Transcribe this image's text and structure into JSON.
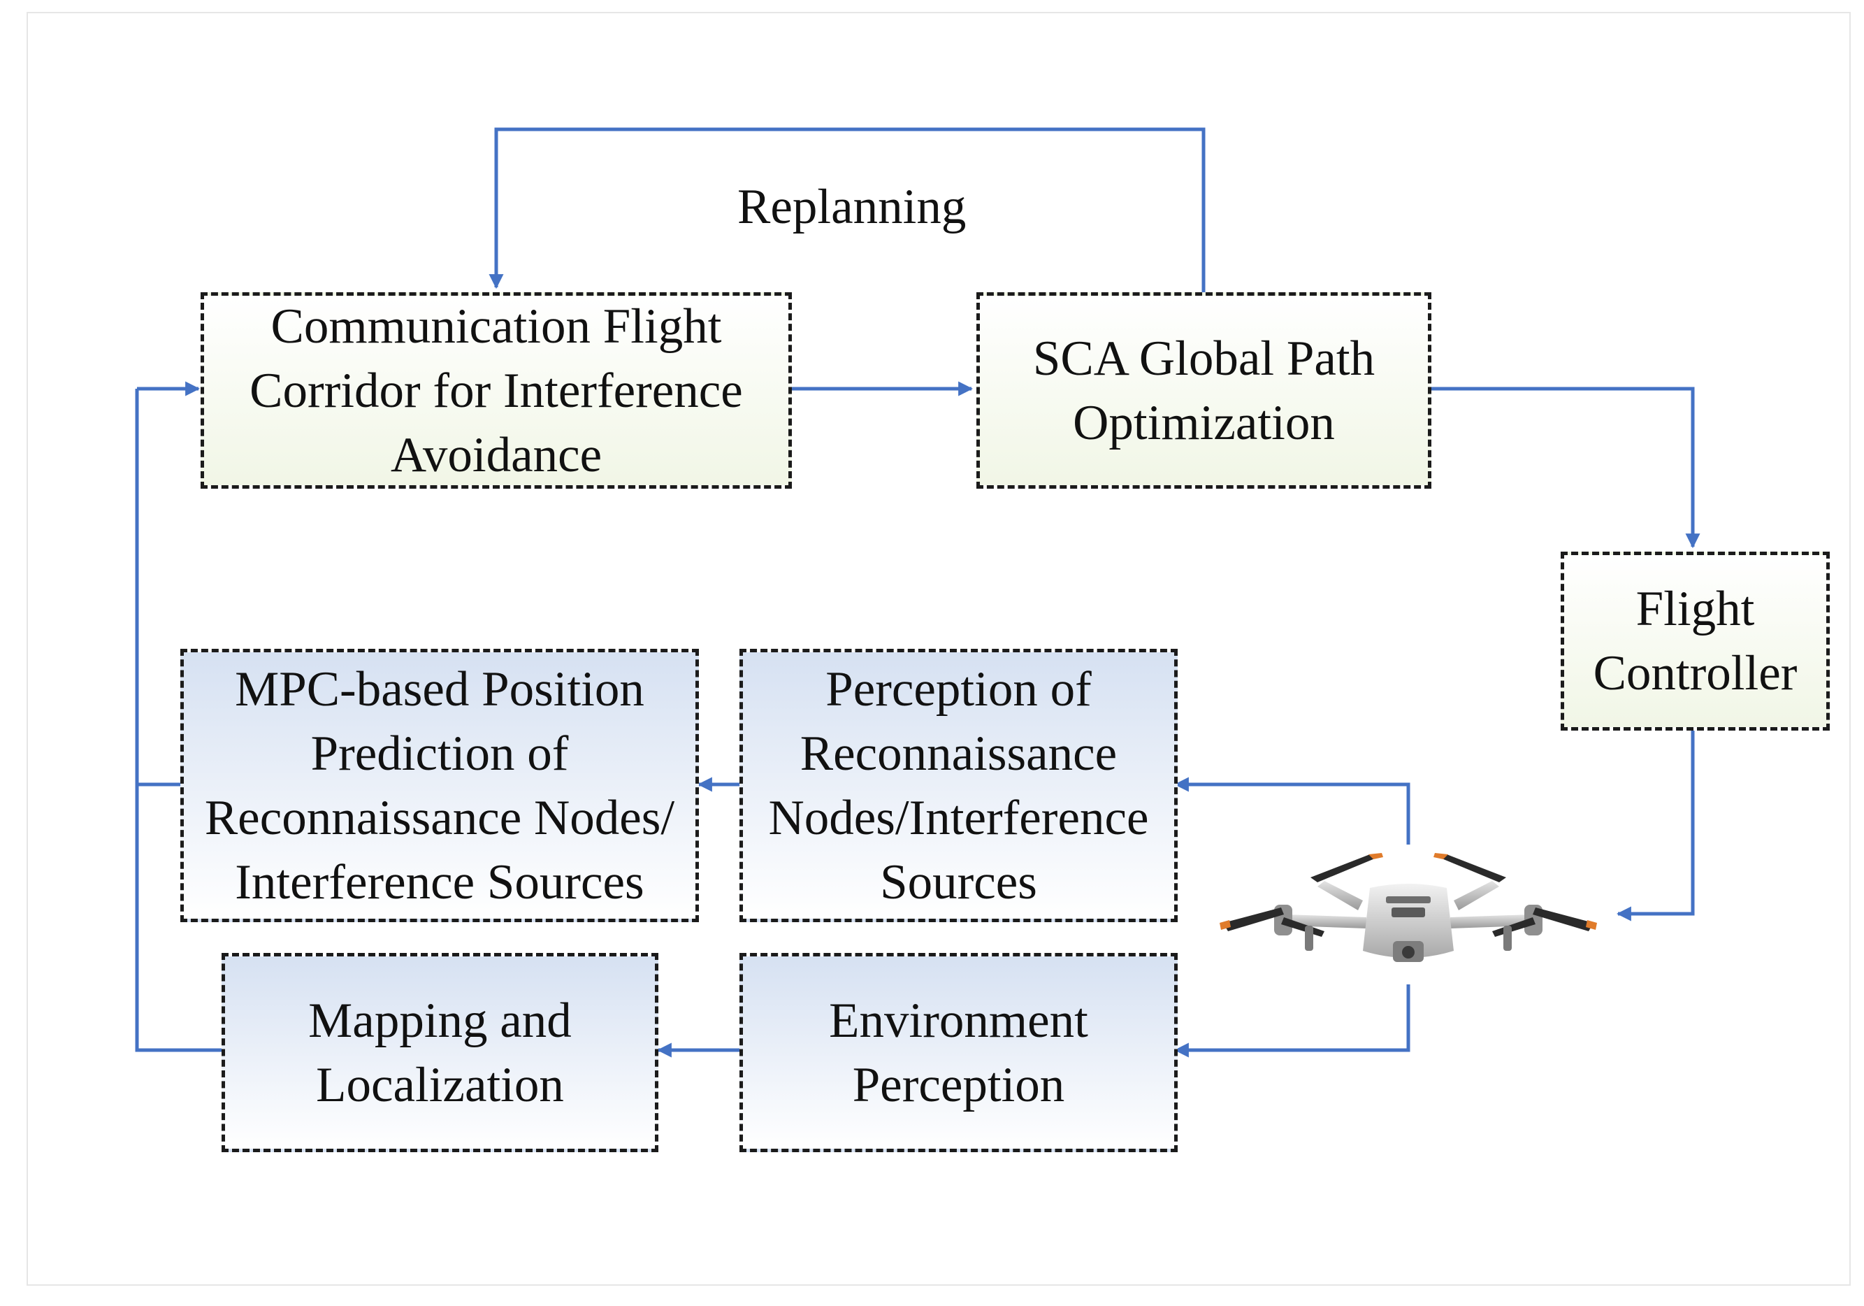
{
  "diagram": {
    "replanning_label": "Replanning",
    "nodes": {
      "corridor": [
        "Communication Flight",
        "Corridor for Interference",
        "Avoidance"
      ],
      "sca": [
        "SCA Global Path",
        "Optimization"
      ],
      "flight_controller": [
        "Flight",
        "Controller"
      ],
      "mpc": [
        "MPC-based Position",
        "Prediction of",
        "Reconnaissance Nodes/",
        "Interference Sources"
      ],
      "perception_nodes": [
        "Perception of",
        "Reconnaissance",
        "Nodes/Interference",
        "Sources"
      ],
      "mapping": [
        "Mapping and",
        "Localization"
      ],
      "environment": [
        "Environment",
        "Perception"
      ]
    },
    "colors": {
      "arrow": "#4472c4",
      "border": "#1b1b1b",
      "top_fill": "#f1f6e6",
      "bottom_fill": "#d6e1f2"
    },
    "icons": {
      "uav": "quadcopter-drone-icon"
    }
  }
}
